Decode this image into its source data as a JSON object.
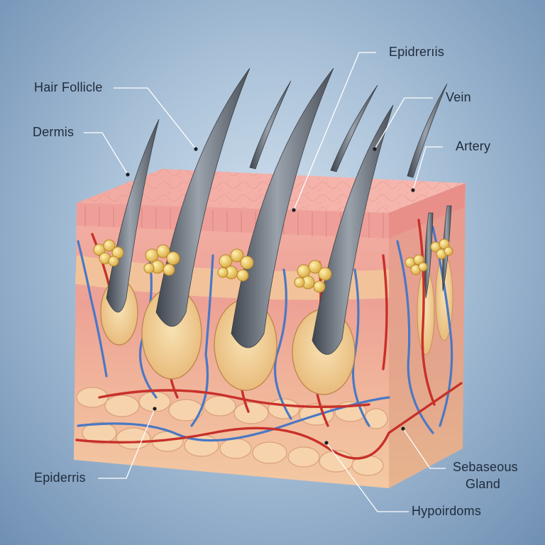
{
  "labels": {
    "hair_follicle": "Hair Follicle",
    "dermis": "Dermis",
    "epidermis_top": "Epidrerıis",
    "vein": "Vein",
    "artery": "Artery",
    "epidermis_bottom": "Epiderris",
    "sebaceous_line1": "Sebaseous",
    "sebaceous_line2": "Gland",
    "hypodermis": "Hypoirdoms"
  },
  "colors": {
    "background": "#a9c1d8",
    "epidermis": "#f0a8a0",
    "dermis": "#eea79a",
    "hypodermis": "#f2c39a",
    "artery": "#c8302a",
    "vein": "#4a78c4",
    "hair": "#5e6670",
    "gland": "#e6c35a",
    "follicle": "#f3d199"
  }
}
